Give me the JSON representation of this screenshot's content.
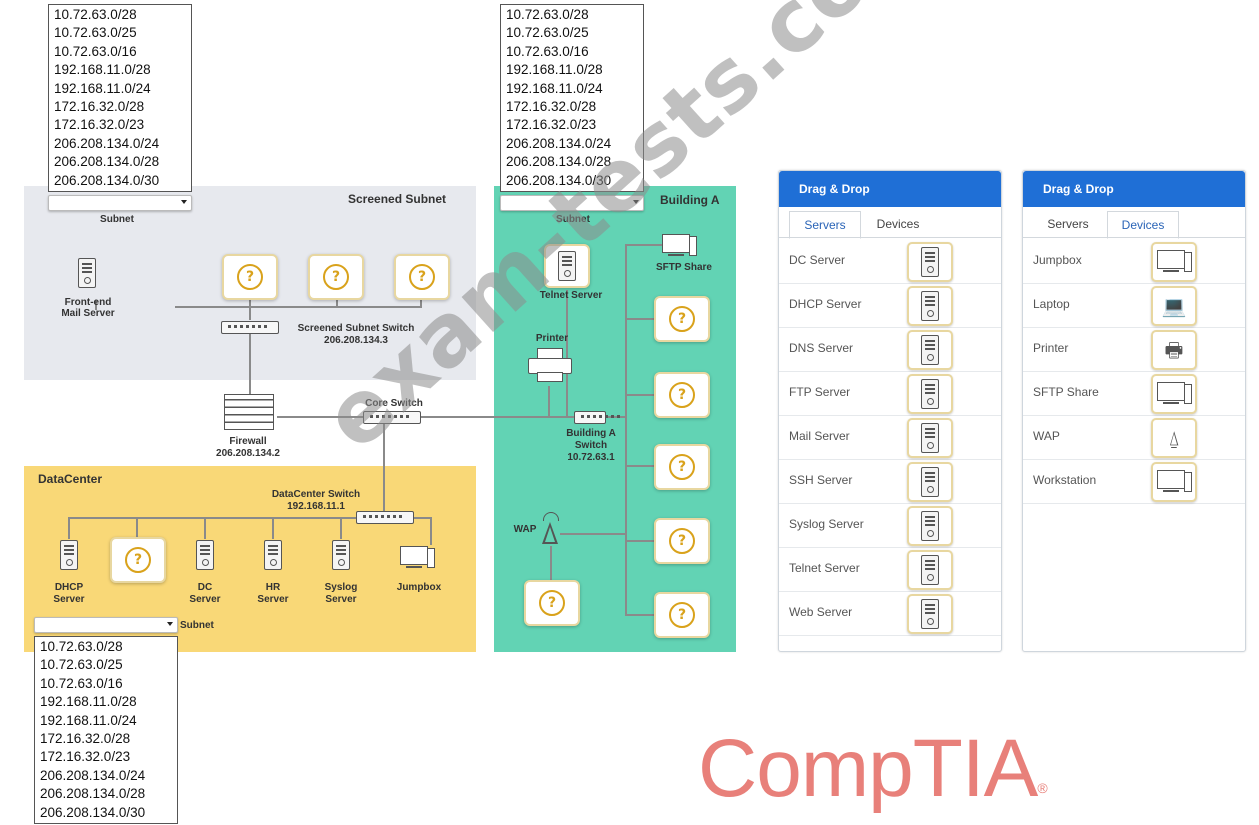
{
  "subnet_options": [
    "10.72.63.0/28",
    "10.72.63.0/25",
    "10.72.63.0/16",
    "192.168.11.0/28",
    "192.168.11.0/24",
    "172.16.32.0/28",
    "172.16.32.0/23",
    "206.208.134.0/24",
    "206.208.134.0/28",
    "206.208.134.0/30"
  ],
  "labels": {
    "subnet": "Subnet",
    "screened_subnet": "Screened Subnet",
    "building_a": "Building A",
    "datacenter": "DataCenter",
    "front_end_mail_1": "Front-end",
    "front_end_mail_2": "Mail Server",
    "screened_switch_1": "Screened Subnet Switch",
    "screened_switch_2": "206.208.134.3",
    "firewall_1": "Firewall",
    "firewall_2": "206.208.134.2",
    "core_switch": "Core Switch",
    "telnet_server": "Telnet Server",
    "sftp_share": "SFTP Share",
    "printer": "Printer",
    "building_switch_1": "Building A",
    "building_switch_2": "Switch",
    "building_switch_3": "10.72.63.1",
    "wap": "WAP",
    "dc_switch_1": "DataCenter Switch",
    "dc_switch_2": "192.168.11.1",
    "dhcp_1": "DHCP",
    "dhcp_2": "Server",
    "dc_1": "DC",
    "dc_2": "Server",
    "hr_1": "HR",
    "hr_2": "Server",
    "syslog_1": "Syslog",
    "syslog_2": "Server",
    "jumpbox": "Jumpbox",
    "slot_mark": "?"
  },
  "servers_panel": {
    "title": "Drag & Drop",
    "tabs": [
      "Servers",
      "Devices"
    ],
    "active_tab": "Servers",
    "items": [
      "DC Server",
      "DHCP Server",
      "DNS Server",
      "FTP Server",
      "Mail Server",
      "SSH Server",
      "Syslog Server",
      "Telnet Server",
      "Web Server"
    ]
  },
  "devices_panel": {
    "title": "Drag & Drop",
    "tabs": [
      "Servers",
      "Devices"
    ],
    "active_tab": "Devices",
    "items": [
      "Jumpbox",
      "Laptop",
      "Printer",
      "SFTP Share",
      "WAP",
      "Workstation"
    ],
    "item_icons": [
      "monitor-icon",
      "laptop-icon",
      "printer-icon",
      "monitor-icon",
      "wap-icon",
      "monitor-icon"
    ]
  },
  "watermark": "exam-tests.com",
  "brand": "CompTIA",
  "colors": {
    "screened": "#e6e8ee",
    "building": "#5fd1b2",
    "datacenter": "#f9d877",
    "panel_head": "#1f6fd6",
    "slot_q": "#d9a21b",
    "brand": "#e8807a"
  }
}
